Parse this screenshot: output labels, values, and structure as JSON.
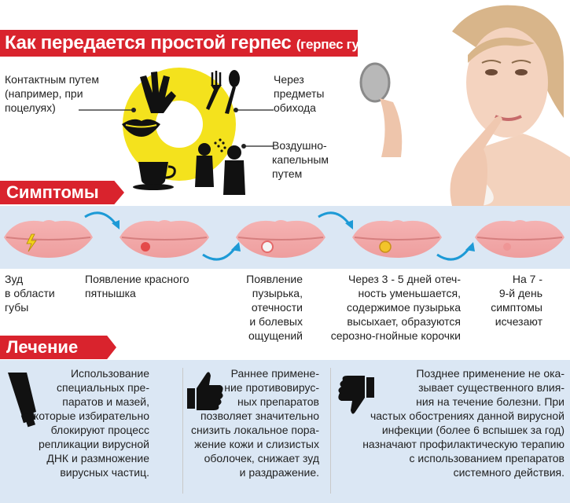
{
  "header": {
    "title_main": "Как передается простой герпес",
    "title_sub": "(герпес губ)"
  },
  "transmission": {
    "contact": [
      "Контактным путем",
      "(например, при",
      "поцелуях)"
    ],
    "household": [
      "Через",
      "предметы",
      "обихода"
    ],
    "airborne": [
      "Воздушно-",
      "капельным",
      "путем"
    ]
  },
  "symptoms": {
    "heading": "Симптомы",
    "stages": [
      {
        "lines": [
          "Зуд",
          "в области",
          "губы"
        ]
      },
      {
        "lines": [
          "Появление красного",
          "пятнышка"
        ]
      },
      {
        "lines": [
          "Появление",
          "пузырька,",
          "отечности",
          "и болевых",
          "ощущений"
        ]
      },
      {
        "lines": [
          "Через 3 - 5 дней отеч-",
          "ность уменьшается,",
          "содержимое пузырька",
          "высыхает, образуются",
          "серозно-гнойные корочки"
        ]
      },
      {
        "lines": [
          "На 7 -",
          "9-й день",
          "симптомы",
          "исчезают"
        ]
      }
    ]
  },
  "treatment": {
    "heading": "Лечение",
    "items": [
      {
        "lines": [
          "Использование",
          "специальных пре-",
          "паратов и мазей,",
          "которые избирательно",
          "блокируют процесс",
          "репликации вирусной",
          "ДНК и размножение",
          "вирусных частиц."
        ]
      },
      {
        "lines": [
          "Раннее примене-",
          "ние противовирус-",
          "ных препаратов",
          "позволяет значительно",
          "снизить локальное пора-",
          "жение кожи и слизистых",
          "оболочек, снижает зуд",
          "и раздражение."
        ]
      },
      {
        "lines": [
          "Позднее применение не ока-",
          "зывает существенного влия-",
          "ния на течение болезни. При",
          "частых обострениях данной вирусной",
          "инфекции (более 6 вспышек за год)",
          "назначают профилактическую терапию",
          "с использованием препаратов",
          "системного действия."
        ]
      }
    ]
  },
  "colors": {
    "accent_red": "#d9232d",
    "band_blue": "#dbe7f4",
    "circle_yellow": "#f4e21d",
    "lip_pink": "#f2a6a6",
    "arrow_blue": "#1d9ad6"
  }
}
